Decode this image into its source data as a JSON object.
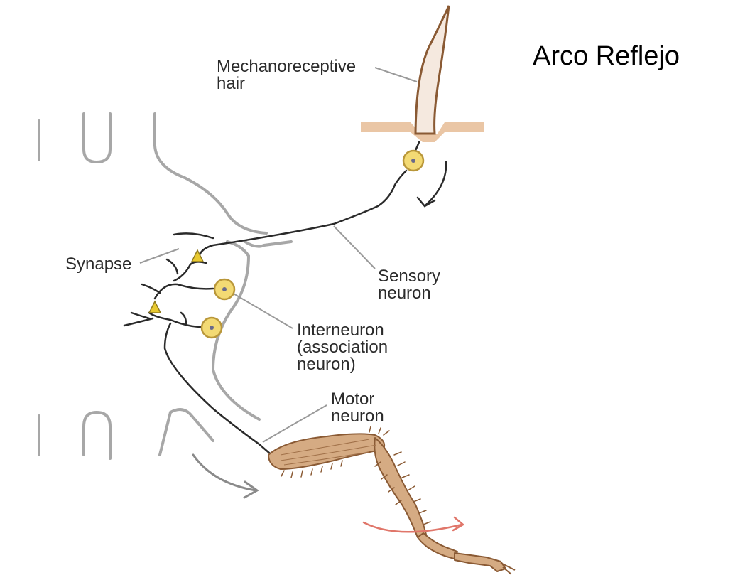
{
  "title": "Arco Reflejo",
  "labels": {
    "hair": "Mechanoreceptive\nhair",
    "synapse": "Synapse",
    "sensory": "Sensory\nneuron",
    "interneuron": "Interneuron\n(association\nneuron)",
    "motor": "Motor\nneuron"
  },
  "colors": {
    "nerve": "#2a2a2a",
    "cell_body": "#f3da74",
    "cell_outline": "#b9973a",
    "synapse": "#e8c930",
    "leg_fill": "#d5ab83",
    "leg_outline": "#8a5a34",
    "skin": "#eac6a5",
    "outline_gray": "#a7a7a7",
    "movement_arrow": "#e0766a"
  }
}
